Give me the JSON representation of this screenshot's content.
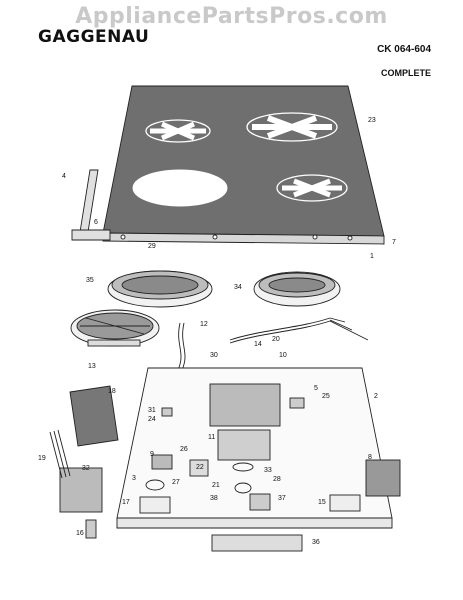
{
  "watermark": "AppliancePartsPros.com",
  "brand": "GAGGENAU",
  "model": "CK 064-604",
  "variant": "COMPLETE",
  "callouts": [
    "23",
    "4",
    "6",
    "29",
    "7",
    "1",
    "35",
    "34",
    "12",
    "20",
    "13",
    "30",
    "14",
    "10",
    "18",
    "5",
    "25",
    "2",
    "31",
    "24",
    "11",
    "9",
    "26",
    "22",
    "19",
    "33",
    "32",
    "3",
    "27",
    "21",
    "28",
    "17",
    "38",
    "37",
    "15",
    "8",
    "16",
    "36"
  ]
}
